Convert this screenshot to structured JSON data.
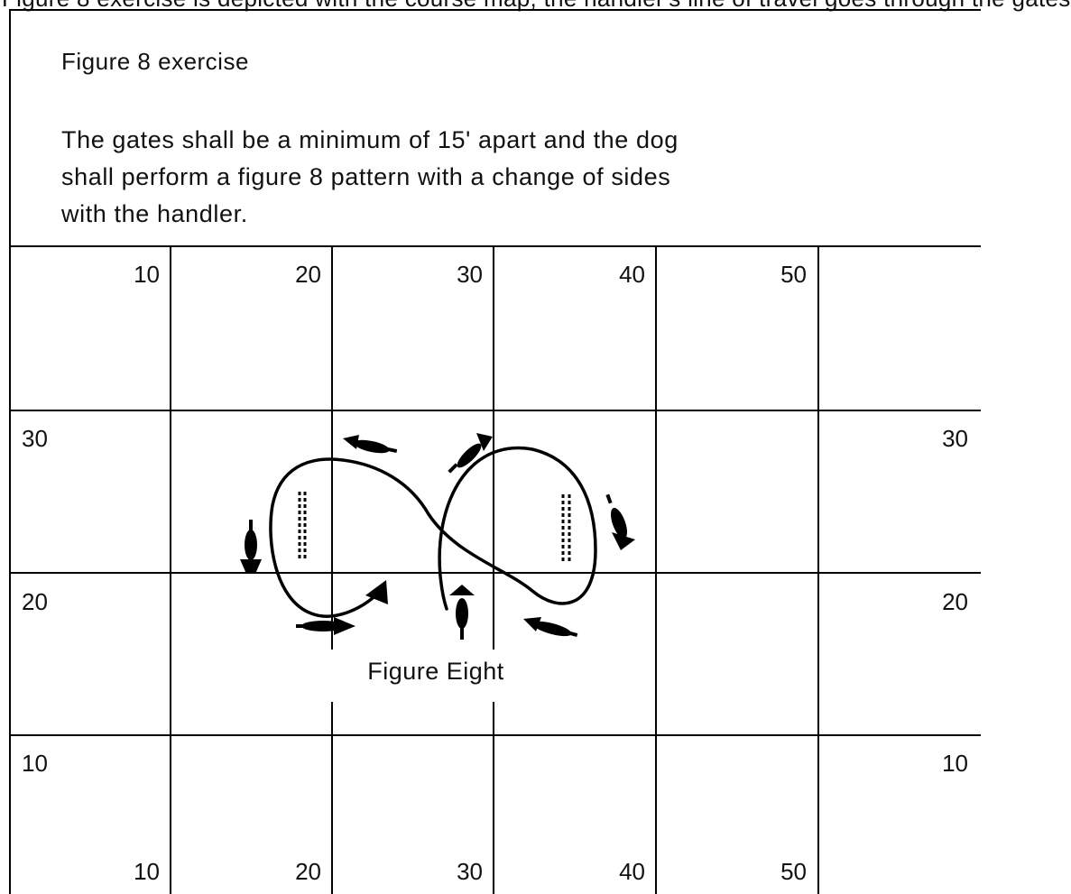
{
  "top_fragment": "Figure 8 exercise is depicted with the course map; the handler's line of travel goes through the gates",
  "header": {
    "title": "Figure 8 exercise",
    "description_lines": [
      "The gates shall be a minimum of 15' apart and the dog",
      "shall perform a figure 8 pattern with a change of sides",
      "with the handler."
    ]
  },
  "grid": {
    "top_labels": [
      "10",
      "20",
      "30",
      "40",
      "50"
    ],
    "bottom_labels": [
      "10",
      "20",
      "30",
      "40",
      "50"
    ],
    "left_labels": [
      "30",
      "20",
      "10"
    ],
    "right_labels": [
      "30",
      "20",
      "10"
    ]
  },
  "diagram": {
    "caption": "Figure Eight"
  }
}
